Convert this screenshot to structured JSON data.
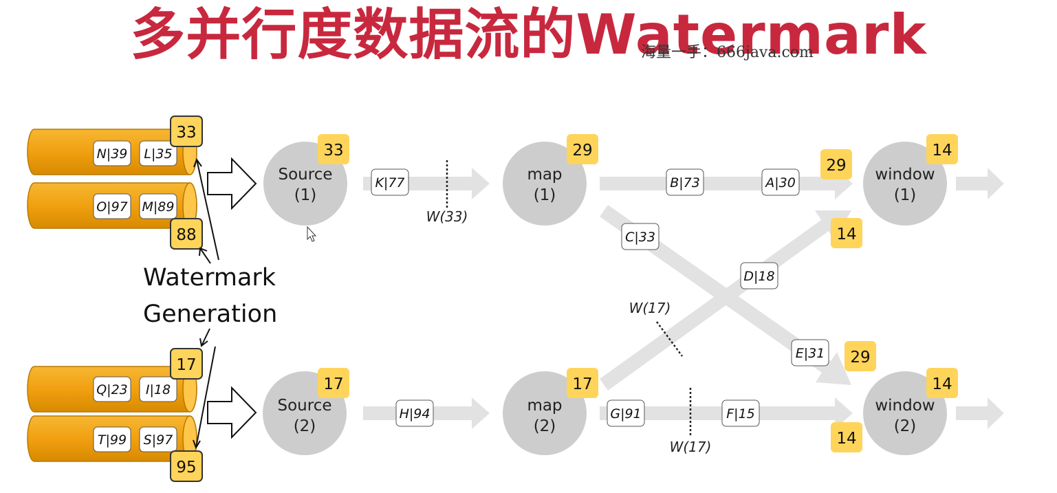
{
  "title": "多并行度数据流的Watermark",
  "watermark_site": "海量一手：666java.com",
  "generation_label_1": "Watermark",
  "generation_label_2": "Generation",
  "colors": {
    "partition": "#f4a81d",
    "badge": "#ffd45a",
    "node": "#cdcdcd",
    "arrow": "#e2e2e2",
    "title": "#c8283e"
  },
  "partitions": [
    {
      "events": [
        "N|39",
        "L|35"
      ],
      "watermark": "33"
    },
    {
      "events": [
        "O|97",
        "M|89"
      ],
      "watermark": "88"
    },
    {
      "events": [
        "Q|23",
        "I|18"
      ],
      "watermark": "17"
    },
    {
      "events": [
        "T|99",
        "S|97"
      ],
      "watermark": "95"
    }
  ],
  "nodes": {
    "source1": {
      "line1": "Source",
      "line2": "(1)",
      "watermark": "33"
    },
    "source2": {
      "line1": "Source",
      "line2": "(2)",
      "watermark": "17"
    },
    "map1": {
      "line1": "map",
      "line2": "(1)",
      "watermark": "29"
    },
    "map2": {
      "line1": "map",
      "line2": "(2)",
      "watermark": "17"
    },
    "window1": {
      "line1": "window",
      "line2": "(1)",
      "watermark": "14"
    },
    "window2": {
      "line1": "window",
      "line2": "(2)",
      "watermark": "14"
    }
  },
  "edges": {
    "s1_m1": {
      "event": "K|77",
      "watermark": "W(33)"
    },
    "s2_m2": {
      "event": "H|94"
    },
    "m1_w1": {
      "events": [
        "B|73",
        "A|30"
      ],
      "input_watermark": "29"
    },
    "m1_w2": {
      "events": [
        "C|33",
        "E|31"
      ],
      "input_watermark": "29"
    },
    "m2_w1": {
      "event": "D|18",
      "watermark": "W(17)",
      "input_watermark": "14"
    },
    "m2_w2": {
      "events": [
        "G|91",
        "F|15"
      ],
      "watermark": "W(17)",
      "input_watermark": "14"
    }
  }
}
